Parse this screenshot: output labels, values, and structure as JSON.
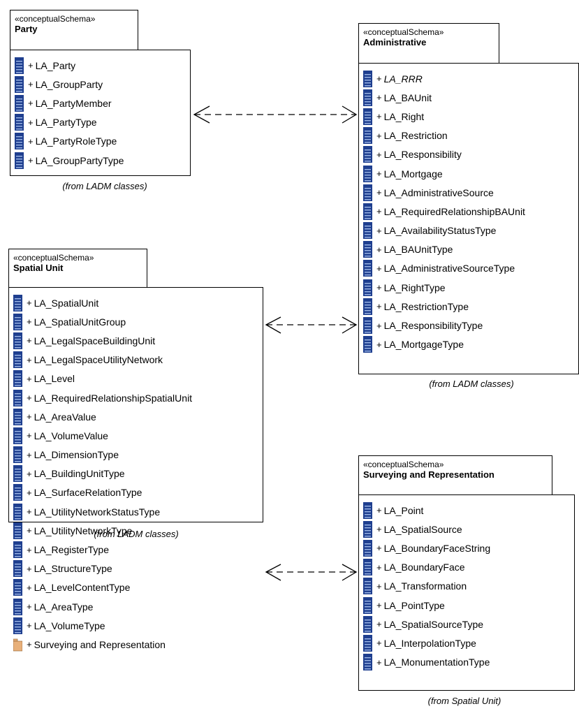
{
  "packages": [
    {
      "id": "party",
      "stereotype": "«conceptualSchema»",
      "name": "Party",
      "from": "(from LADM classes)",
      "items": [
        {
          "label": "LA_Party",
          "kind": "class"
        },
        {
          "label": "LA_GroupParty",
          "kind": "class"
        },
        {
          "label": "LA_PartyMember",
          "kind": "class"
        },
        {
          "label": "LA_PartyType",
          "kind": "class"
        },
        {
          "label": "LA_PartyRoleType",
          "kind": "class"
        },
        {
          "label": "LA_GroupPartyType",
          "kind": "class"
        }
      ]
    },
    {
      "id": "administrative",
      "stereotype": "«conceptualSchema»",
      "name": "Administrative",
      "from": "(from LADM classes)",
      "items": [
        {
          "label": "LA_RRR",
          "kind": "class",
          "italic": true
        },
        {
          "label": "LA_BAUnit",
          "kind": "class"
        },
        {
          "label": "LA_Right",
          "kind": "class"
        },
        {
          "label": "LA_Restriction",
          "kind": "class"
        },
        {
          "label": "LA_Responsibility",
          "kind": "class"
        },
        {
          "label": "LA_Mortgage",
          "kind": "class"
        },
        {
          "label": "LA_AdministrativeSource",
          "kind": "class"
        },
        {
          "label": "LA_RequiredRelationshipBAUnit",
          "kind": "class"
        },
        {
          "label": "LA_AvailabilityStatusType",
          "kind": "class"
        },
        {
          "label": "LA_BAUnitType",
          "kind": "class"
        },
        {
          "label": "LA_AdministrativeSourceType",
          "kind": "class"
        },
        {
          "label": "LA_RightType",
          "kind": "class"
        },
        {
          "label": "LA_RestrictionType",
          "kind": "class"
        },
        {
          "label": "LA_ResponsibilityType",
          "kind": "class"
        },
        {
          "label": "LA_MortgageType",
          "kind": "class"
        }
      ]
    },
    {
      "id": "spatial",
      "stereotype": "«conceptualSchema»",
      "name": "Spatial Unit",
      "from": "(from LADM classes)",
      "items": [
        {
          "label": "LA_SpatialUnit",
          "kind": "class"
        },
        {
          "label": "LA_SpatialUnitGroup",
          "kind": "class"
        },
        {
          "label": "LA_LegalSpaceBuildingUnit",
          "kind": "class"
        },
        {
          "label": "LA_LegalSpaceUtilityNetwork",
          "kind": "class"
        },
        {
          "label": "LA_Level",
          "kind": "class"
        },
        {
          "label": "LA_RequiredRelationshipSpatialUnit",
          "kind": "class"
        },
        {
          "label": "LA_AreaValue",
          "kind": "class"
        },
        {
          "label": "LA_VolumeValue",
          "kind": "class"
        },
        {
          "label": "LA_DimensionType",
          "kind": "class"
        },
        {
          "label": "LA_BuildingUnitType",
          "kind": "class"
        },
        {
          "label": "LA_SurfaceRelationType",
          "kind": "class"
        },
        {
          "label": "LA_UtilityNetworkStatusType",
          "kind": "class"
        },
        {
          "label": "LA_UtilityNetworkType",
          "kind": "class"
        },
        {
          "label": "LA_RegisterType",
          "kind": "class"
        },
        {
          "label": "LA_StructureType",
          "kind": "class"
        },
        {
          "label": "LA_LevelContentType",
          "kind": "class"
        },
        {
          "label": "LA_AreaType",
          "kind": "class"
        },
        {
          "label": "LA_VolumeType",
          "kind": "class"
        },
        {
          "label": "Surveying and Representation",
          "kind": "package"
        }
      ]
    },
    {
      "id": "surveying",
      "stereotype": "«conceptualSchema»",
      "name": "Surveying and Representation",
      "from": "(from Spatial Unit)",
      "items": [
        {
          "label": "LA_Point",
          "kind": "class"
        },
        {
          "label": "LA_SpatialSource",
          "kind": "class"
        },
        {
          "label": "LA_BoundaryFaceString",
          "kind": "class"
        },
        {
          "label": "LA_BoundaryFace",
          "kind": "class"
        },
        {
          "label": "LA_Transformation",
          "kind": "class"
        },
        {
          "label": "LA_PointType",
          "kind": "class"
        },
        {
          "label": "LA_SpatialSourceType",
          "kind": "class"
        },
        {
          "label": "LA_InterpolationType",
          "kind": "class"
        },
        {
          "label": "LA_MonumentationType",
          "kind": "class"
        }
      ]
    }
  ],
  "visibility": "+",
  "colors": {
    "class_icon_fill": "#1f3f8f",
    "class_icon_stripe": "#9fb8e8",
    "package_icon_fill": "#e8b07a",
    "line": "#000000"
  }
}
